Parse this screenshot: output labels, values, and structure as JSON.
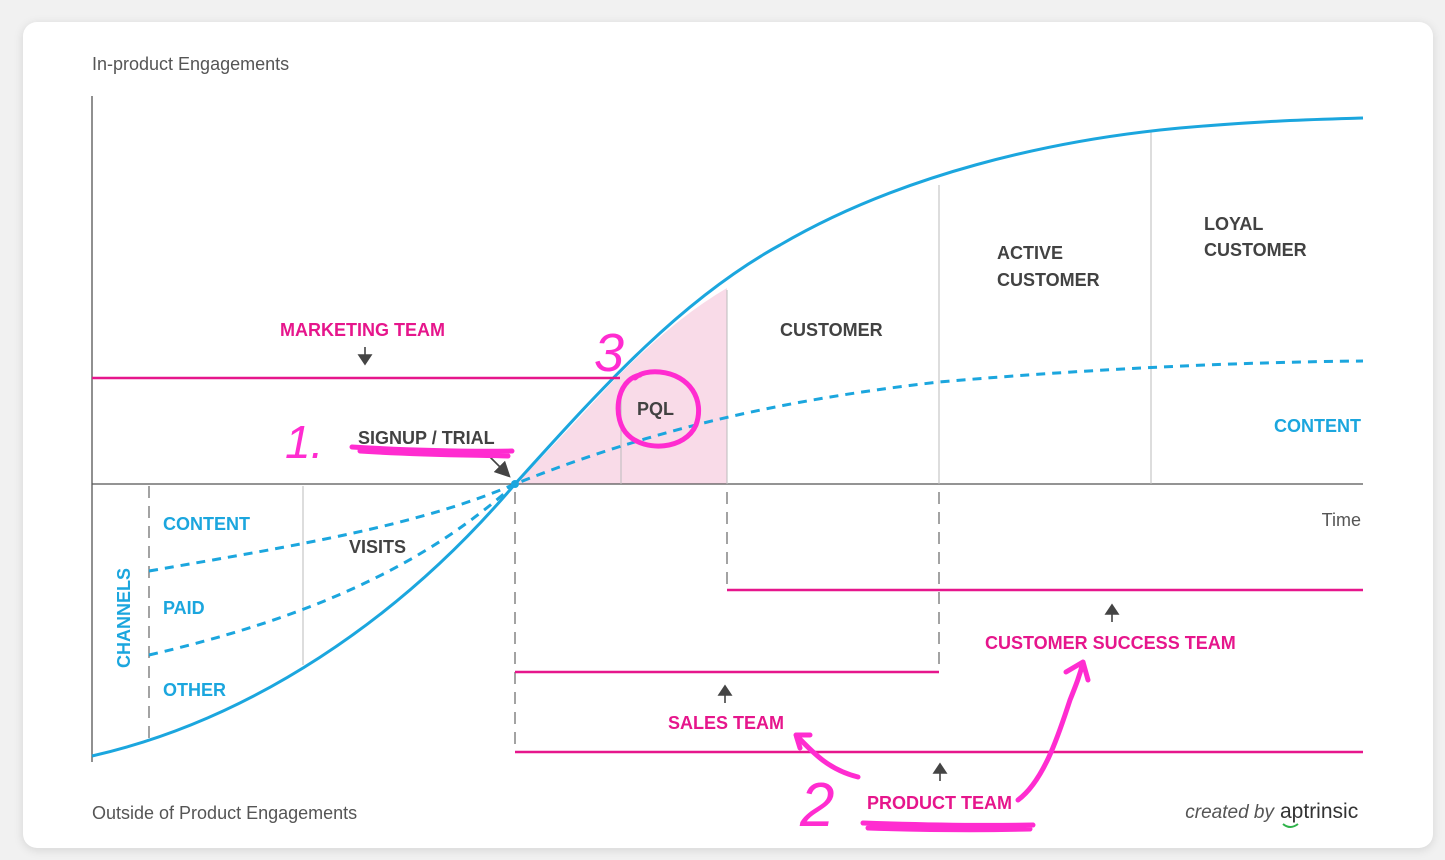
{
  "labels": {
    "y_axis_top": "In-product Engagements",
    "y_axis_bottom": "Outside of Product Engagements",
    "x_axis": "Time",
    "channels": "CHANNELS"
  },
  "channels": [
    "CONTENT",
    "PAID",
    "OTHER"
  ],
  "stages": {
    "visits": "VISITS",
    "signup": "SIGNUP / TRIAL",
    "pql": "PQL",
    "customer": "CUSTOMER",
    "active_line1": "ACTIVE",
    "active_line2": "CUSTOMER",
    "loyal_line1": "LOYAL",
    "loyal_line2": "CUSTOMER"
  },
  "content_right": "CONTENT",
  "teams": {
    "marketing": "MARKETING TEAM",
    "sales": "SALES TEAM",
    "customer_success": "CUSTOMER SUCCESS TEAM",
    "product": "PRODUCT TEAM"
  },
  "credit": {
    "prefix": "created by",
    "brand": "aptrinsic"
  },
  "handwriting": [
    "1.",
    "2",
    "3"
  ],
  "colors": {
    "curve": "#1ba6de",
    "team": "#e6168c",
    "pql_fill": "#f9dbe8",
    "handwriting": "#ff2cd0",
    "axis": "#555555"
  }
}
